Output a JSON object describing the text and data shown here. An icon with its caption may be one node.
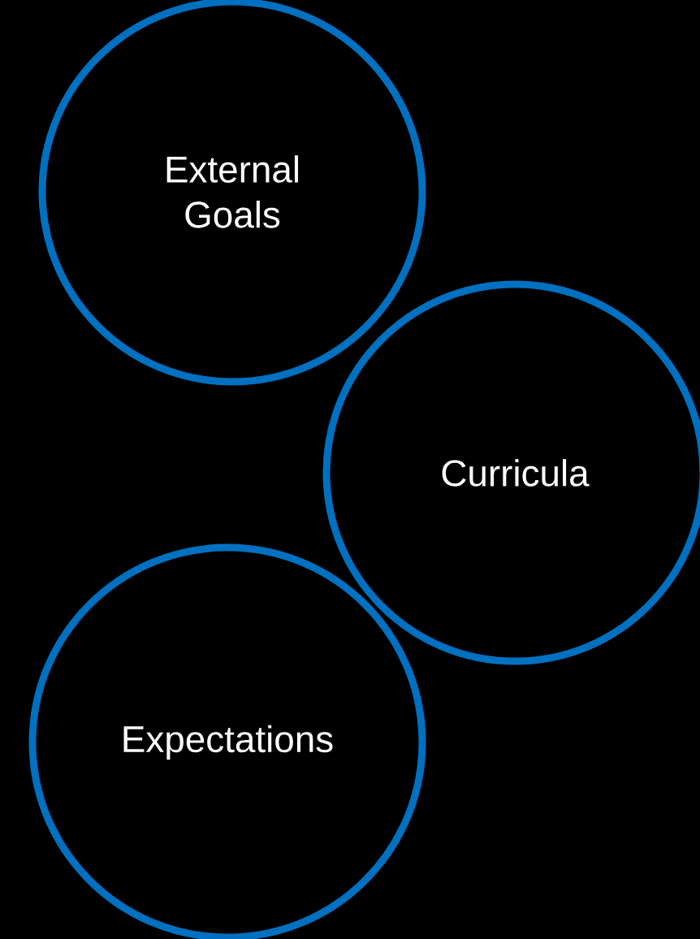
{
  "diagram": {
    "nodes": [
      {
        "text": [
          "External Goals"
        ]
      },
      {
        "text": [
          "Curricula"
        ]
      },
      {
        "text": [
          "Expectations"
        ]
      }
    ]
  }
}
